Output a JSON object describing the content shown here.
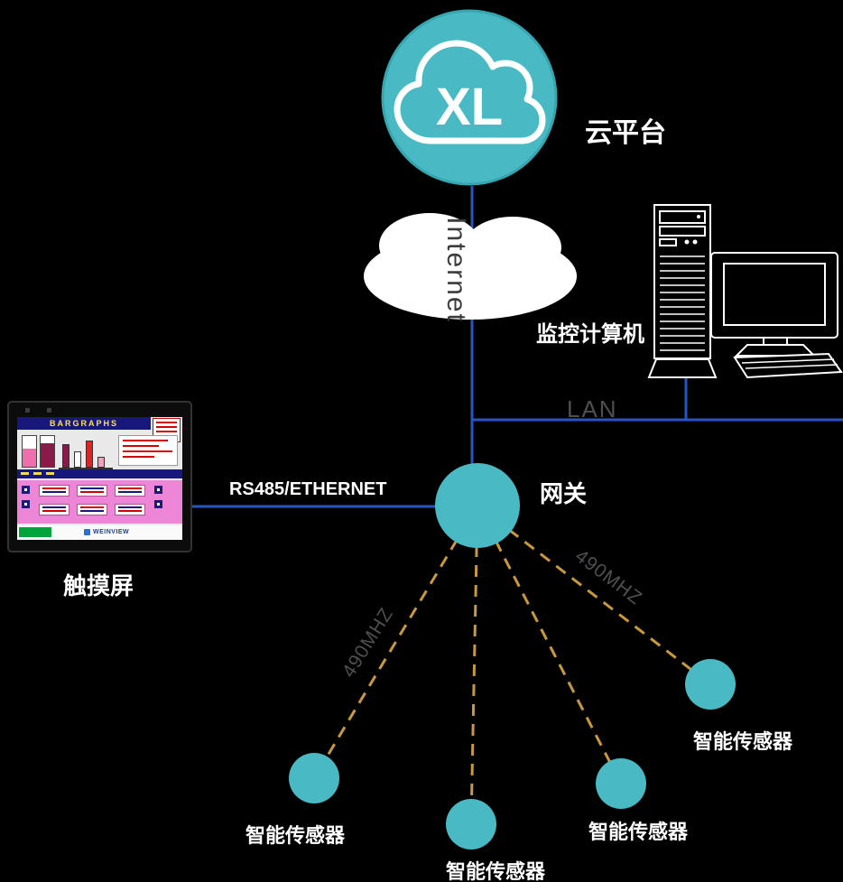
{
  "nodes": {
    "cloud_platform": {
      "label": "云平台",
      "logo": "XL"
    },
    "monitor_computer": {
      "label": "监控计算机"
    },
    "gateway": {
      "label": "网关"
    },
    "touch_screen": {
      "label": "触摸屏",
      "screen_title": "BARGRAPHS",
      "brand": "WEINVIEW"
    },
    "sensors": [
      {
        "label": "智能传感器"
      },
      {
        "label": "智能传感器"
      },
      {
        "label": "智能传感器"
      },
      {
        "label": "智能传感器"
      }
    ]
  },
  "links": {
    "internet": {
      "label": "Internet"
    },
    "lan": {
      "label": "LAN"
    },
    "rs485": {
      "label": "RS485/ETHERNET"
    },
    "wireless_left": {
      "label": "490MHZ"
    },
    "wireless_right": {
      "label": "490MHZ"
    }
  },
  "colors": {
    "node_teal": "#49bac3",
    "line_blue": "#2456c0",
    "dash_gold": "#c89a3d",
    "muted_text": "#4f4f4f",
    "label_white": "#ffffff"
  }
}
